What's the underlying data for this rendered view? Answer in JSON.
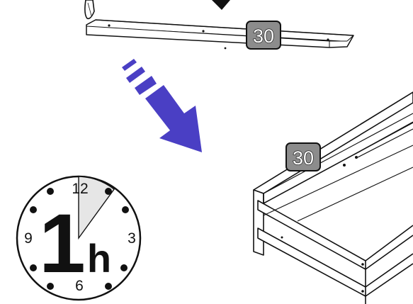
{
  "parts": {
    "board_label": "30",
    "bed_label": "30"
  },
  "clock": {
    "n12": "12",
    "n3": "3",
    "n6": "6",
    "n9": "9",
    "big_digit": "1",
    "big_unit": "h",
    "elapsed_fraction": 0.1
  },
  "colors": {
    "arrow": "#4a3fc4",
    "badge_fill": "#8c8c8c",
    "outline": "#111111",
    "clock_wedge": "#e6e6e6"
  }
}
